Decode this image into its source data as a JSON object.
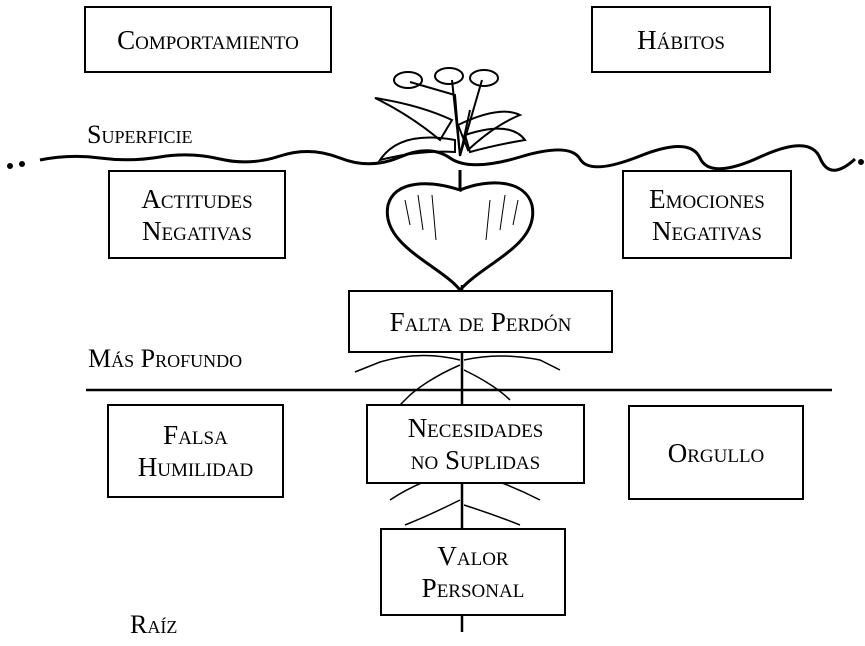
{
  "boxes": {
    "comportamiento": "Comportamiento",
    "habitos": "Hábitos",
    "actitudes": [
      "Actitudes",
      "Negativas"
    ],
    "emociones": [
      "Emociones",
      "Negativas"
    ],
    "falta_perdon": "Falta de Perdón",
    "falsa_humildad": [
      "Falsa",
      "Humilidad"
    ],
    "necesidades": [
      "Necesidades",
      "no Suplidas"
    ],
    "orgullo": "Orgullo",
    "valor": [
      "Valor",
      "Personal"
    ]
  },
  "levels": {
    "superficie": "Superficie",
    "mas_profundo": "Más Profundo",
    "raiz": "Raíz"
  }
}
